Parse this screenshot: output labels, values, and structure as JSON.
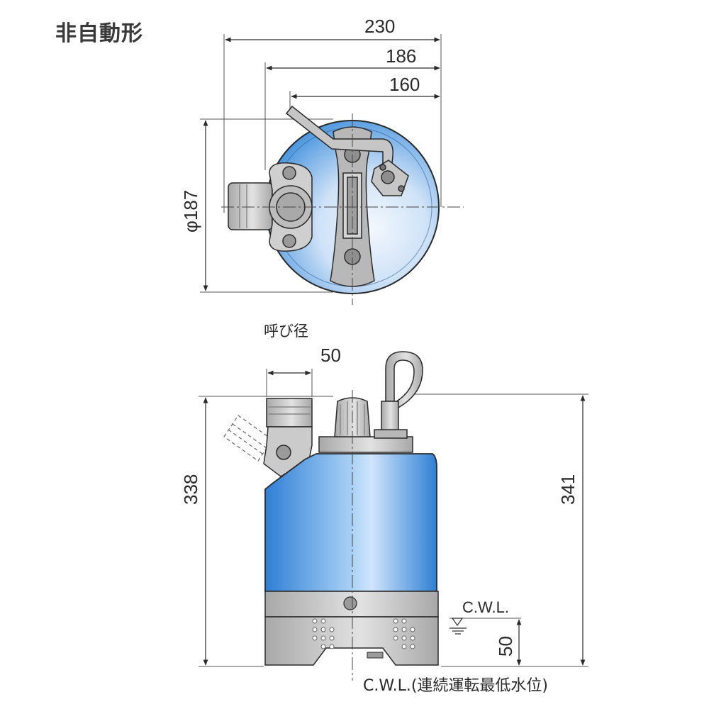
{
  "header": {
    "title": "非自動形"
  },
  "top_view": {
    "dim_width_total": "230",
    "dim_width_mid": "186",
    "dim_width_inner": "160",
    "dim_diameter": "φ187"
  },
  "side_view": {
    "bore_label": "呼び径",
    "bore_value": "50",
    "dim_height_left": "338",
    "dim_height_right": "341",
    "cwl_label": "C.W.L.",
    "cwl_value": "50",
    "cwl_note": "C.W.L.(連続運転最低水位)"
  },
  "colors": {
    "body_blue": "#3f8fdc",
    "body_light": "#d6e7fa",
    "metal_grey": "#c4c4c4",
    "line": "#2a2a2a"
  }
}
